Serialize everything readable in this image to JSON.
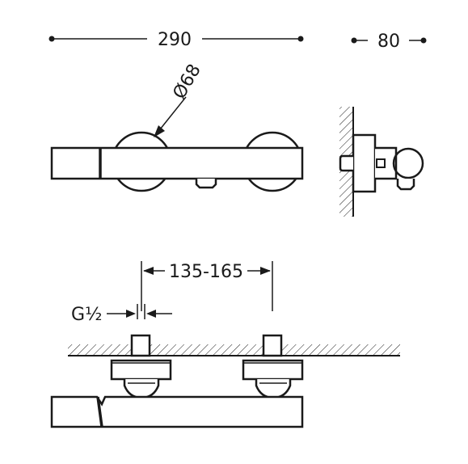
{
  "dimensions": {
    "width_total": "290",
    "depth": "80",
    "diameter": "Ø68",
    "center_distance": "135-165",
    "thread": "G",
    "thread_fraction": "½"
  },
  "colors": {
    "line": "#1a1a1a",
    "background": "#ffffff"
  }
}
